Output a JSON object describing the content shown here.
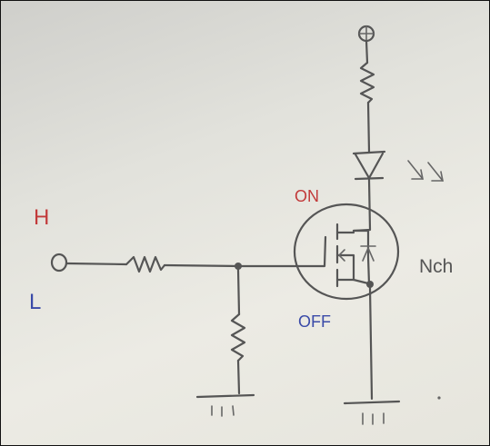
{
  "labels": {
    "input_high": "H",
    "input_low": "L",
    "state_on": "ON",
    "state_off": "OFF",
    "transistor_type": "Nch"
  },
  "colors": {
    "high": "#c23a3a",
    "low": "#3a4aa8",
    "on": "#c23a3a",
    "off": "#3a4aa8",
    "ink": "#555555",
    "paper": "#e6e5dd"
  }
}
